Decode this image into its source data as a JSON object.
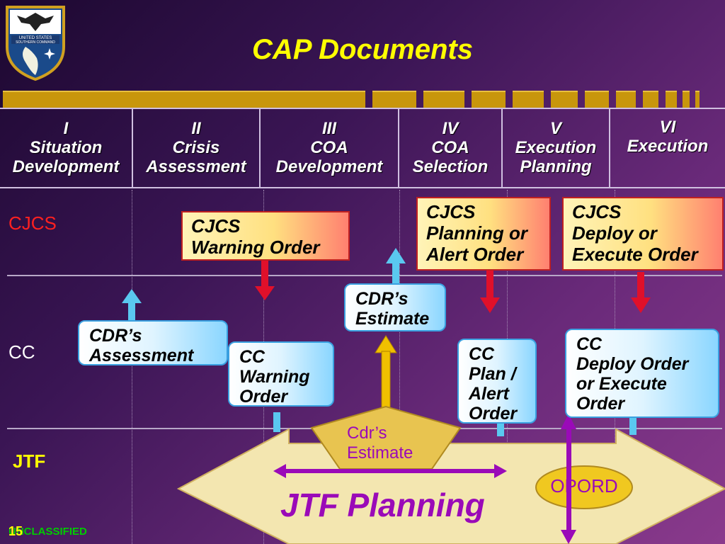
{
  "title": "CAP Documents",
  "phases": [
    {
      "num": "I",
      "line1": "Situation",
      "line2": "Development"
    },
    {
      "num": "II",
      "line1": "Crisis",
      "line2": "Assessment"
    },
    {
      "num": "III",
      "line1": "COA",
      "line2": "Development"
    },
    {
      "num": "IV",
      "line1": "COA",
      "line2": "Selection"
    },
    {
      "num": "V",
      "line1": "Execution",
      "line2": "Planning"
    },
    {
      "num": "VI",
      "line1": "Execution",
      "line2": ""
    }
  ],
  "rows": {
    "cjcs": "CJCS",
    "cc": "CC",
    "jtf": "JTF"
  },
  "cjcs_boxes": {
    "warning": [
      "CJCS",
      "Warning Order"
    ],
    "planning": [
      "CJCS",
      "Planning or",
      "Alert Order"
    ],
    "deploy": [
      "CJCS",
      "Deploy or",
      "Execute Order"
    ]
  },
  "cc_boxes": {
    "assessment": [
      "CDR’s",
      "Assessment"
    ],
    "estimate": [
      "CDR’s",
      "Estimate"
    ],
    "warning": [
      "CC",
      "Warning",
      "Order"
    ],
    "plan": [
      "CC",
      "Plan /",
      "Alert",
      "Order"
    ],
    "deploy": [
      "CC",
      "Deploy Order",
      "or Execute",
      "Order"
    ]
  },
  "jtf": {
    "cdr_estimate": [
      "Cdr’s",
      "Estimate"
    ],
    "planning": "JTF Planning",
    "opord": "OPORD"
  },
  "footer": {
    "classification": "UNCLASSIFIED",
    "page": "15"
  },
  "seal_text": [
    "UNITED STATES",
    "SOUTHERN COMMAND"
  ],
  "colors": {
    "title": "#ffff00",
    "cjcs_label": "#ff2020",
    "jtf_label": "#ffff00",
    "cc_label": "#ffffff",
    "arrow_red": "#e0102a",
    "arrow_blue": "#5ac8f0",
    "arrow_gold": "#f0c000",
    "arrow_purple": "#9a0ab8"
  }
}
